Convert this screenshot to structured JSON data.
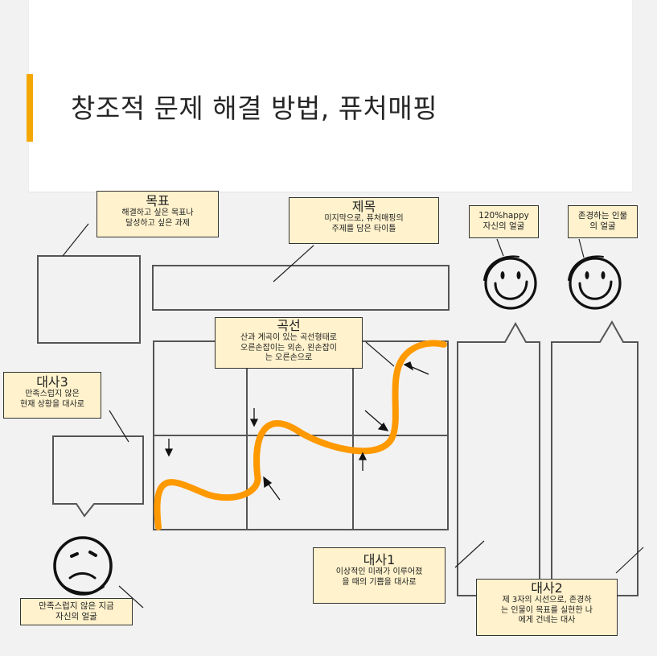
{
  "slide": {
    "title": "창조적 문제 해결 방법, 퓨처매핑",
    "accent_color": "#f4a700",
    "curve_color": "#ff9900"
  },
  "notes": {
    "goal": {
      "heading": "목표",
      "line1": "해결하고 싶은 목표나",
      "line2": "달성하고 싶은 과제"
    },
    "title_note": {
      "heading": "제목",
      "line1": "미지막으로, 퓨처매핑의",
      "line2": "주제를 담은 타이틀"
    },
    "happy_face": {
      "line1": "120%happy",
      "line2": "자신의 얼굴"
    },
    "respected_face": {
      "line1": "존경하는 인물",
      "line2": "의 얼굴"
    },
    "curve": {
      "heading": "곡선",
      "line1": "산과 계곡이 있는 곡선형태로",
      "line2": "오른손잡이는 외손, 왼손잡이",
      "line3": "는 오른손으로"
    },
    "dialogue3": {
      "heading": "대사3",
      "line1": "만족스럽지 않은",
      "line2": "현재 상황을 대사로"
    },
    "unhappy_face": {
      "line1": "만족스럽지 않은 지금",
      "line2": "자신의 얼굴"
    },
    "dialogue1": {
      "heading": "대사1",
      "line1": "이상적인 미래가 이루어졌",
      "line2": "을 때의 기쁨을 대사로"
    },
    "dialogue2": {
      "heading": "대사2",
      "line1": "제 3자의 시선으로, 존경하",
      "line2": "는 인물이 목표를 실현한 나",
      "line3": "에게 건네는 대사"
    }
  }
}
